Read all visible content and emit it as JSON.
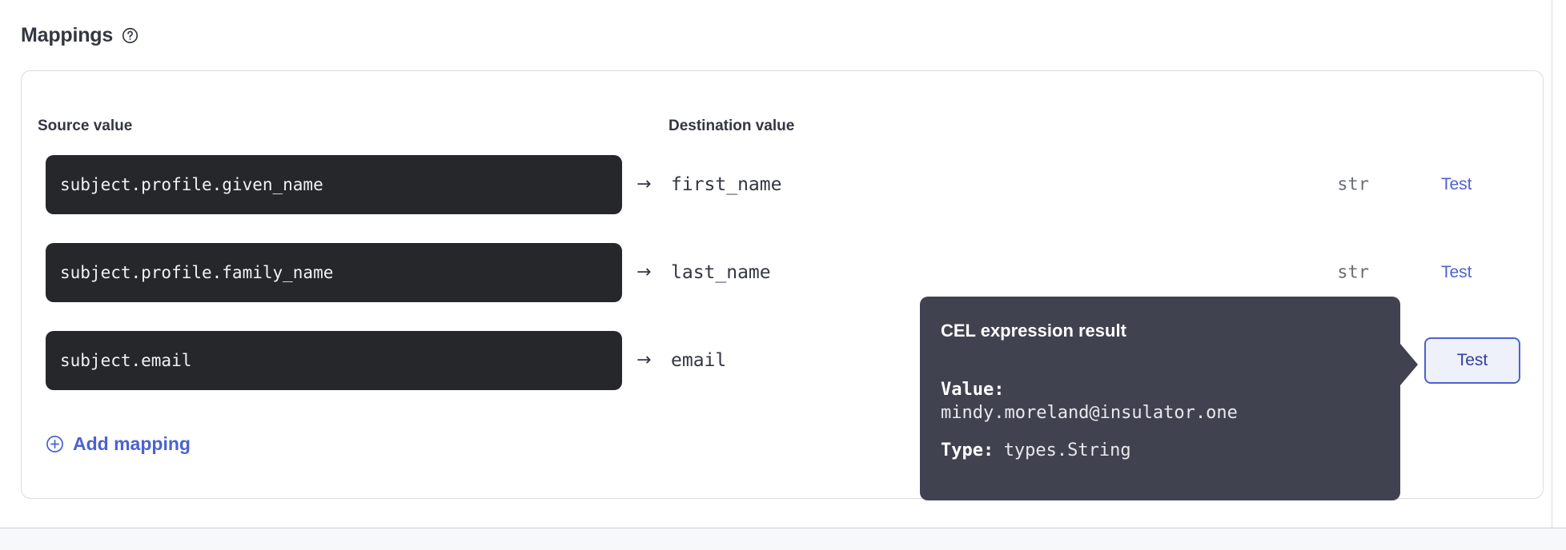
{
  "section": {
    "title": "Mappings",
    "help_icon": "question-mark-circle-icon"
  },
  "columns": {
    "source": "Source value",
    "destination": "Destination value"
  },
  "rows": [
    {
      "source": "subject.profile.given_name",
      "arrow": "→",
      "destination": "first_name",
      "type": "str",
      "test_label": "Test",
      "active": false
    },
    {
      "source": "subject.profile.family_name",
      "arrow": "→",
      "destination": "last_name",
      "type": "str",
      "test_label": "Test",
      "active": false
    },
    {
      "source": "subject.email",
      "arrow": "→",
      "destination": "email",
      "type": "",
      "test_label": "Test",
      "active": true
    }
  ],
  "add_mapping": {
    "label": "Add mapping",
    "icon": "plus-circle-icon"
  },
  "tooltip": {
    "title": "CEL expression result",
    "value_key": "Value:",
    "value": "mindy.moreland@insulator.one",
    "type_key": "Type:",
    "type_value": "types.String"
  },
  "colors": {
    "accent": "#4b62cf",
    "code_background": "#26272b",
    "tooltip_background": "#414250",
    "text": "#343741",
    "muted": "#6a6e78",
    "card_border": "#d9dce2"
  }
}
